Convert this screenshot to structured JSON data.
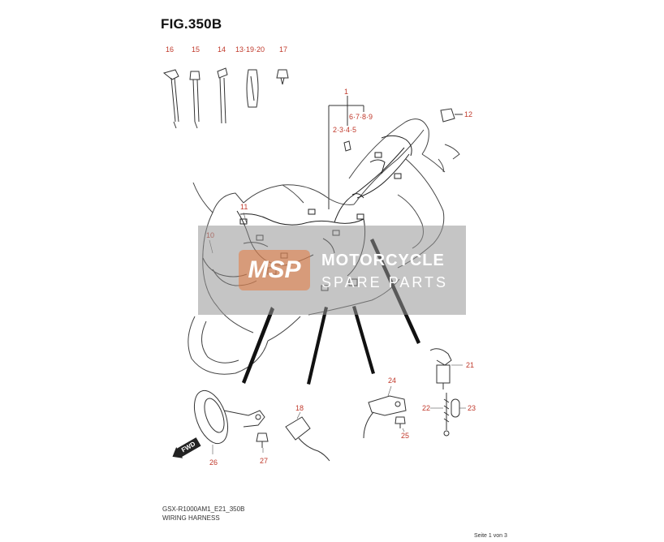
{
  "header": {
    "title": "FIG.350B"
  },
  "footer": {
    "model_code": "GSX-R1000AM1_E21_350B",
    "diagram_name": "WIRING HARNESS",
    "page_indicator": "Seite 1 von 3"
  },
  "watermark": {
    "logo_text": "MSP",
    "line1": "MOTORCYCLE",
    "line2": "SPARE PARTS"
  },
  "orientation_badge": {
    "label": "FWD"
  },
  "callouts": {
    "c16": "16",
    "c15": "15",
    "c14": "14",
    "c13_19_20": "13·19·20",
    "c17": "17",
    "c1": "1",
    "c6_7_8_9": "6·7·8·9",
    "c2_3_4_5": "2·3·4·5",
    "c12": "12",
    "c11": "11",
    "c10": "10",
    "c21": "21",
    "c22": "22",
    "c23": "23",
    "c24": "24",
    "c25": "25",
    "c18": "18",
    "c26": "26",
    "c27": "27"
  },
  "colors": {
    "callout": "#c0392b",
    "line_art": "#333333",
    "watermark_box": "#969696",
    "watermark_logo": "#e6783c"
  }
}
